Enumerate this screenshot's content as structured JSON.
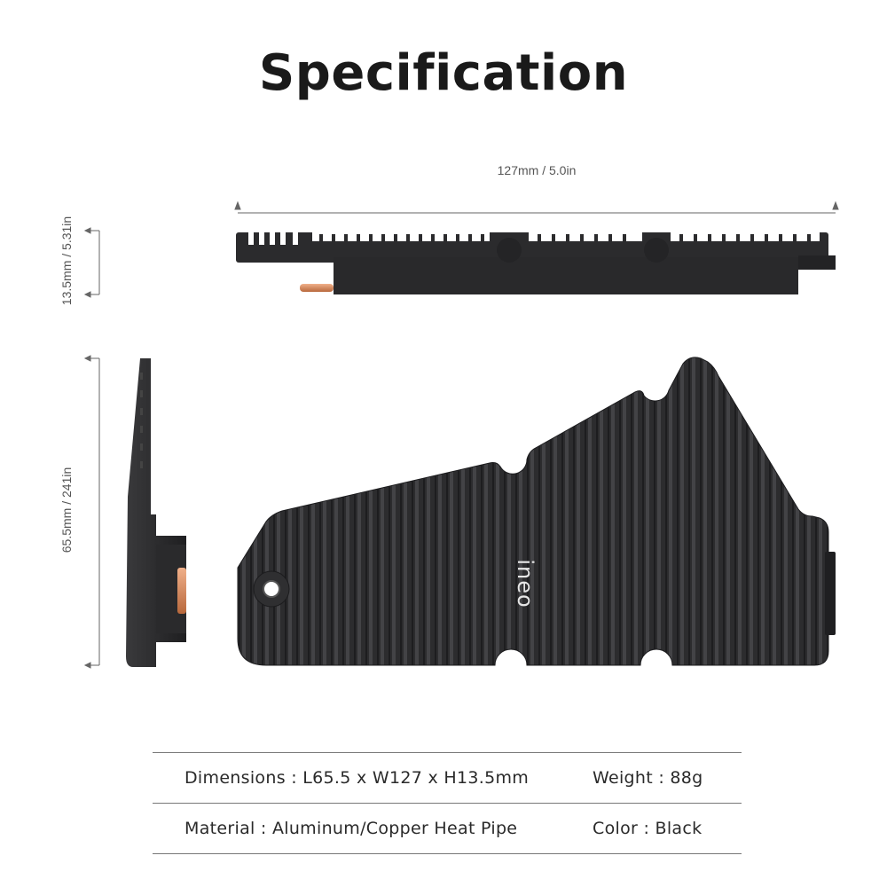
{
  "title": "Specification",
  "dimensions": {
    "width_label": "127mm / 5.0in",
    "height_label": "13.5mm / 5.31in",
    "length_label": "65.5mm / 241in"
  },
  "product": {
    "logo_text": "ineo",
    "color": "#2b2b2d",
    "accent_color": "#d98a5a"
  },
  "specs": [
    {
      "left": "Dimensions : L65.5 x W127 x H13.5mm",
      "right": "Weight : 88g"
    },
    {
      "left": "Material : Aluminum/Copper Heat Pipe",
      "right": "Color : Black"
    }
  ]
}
